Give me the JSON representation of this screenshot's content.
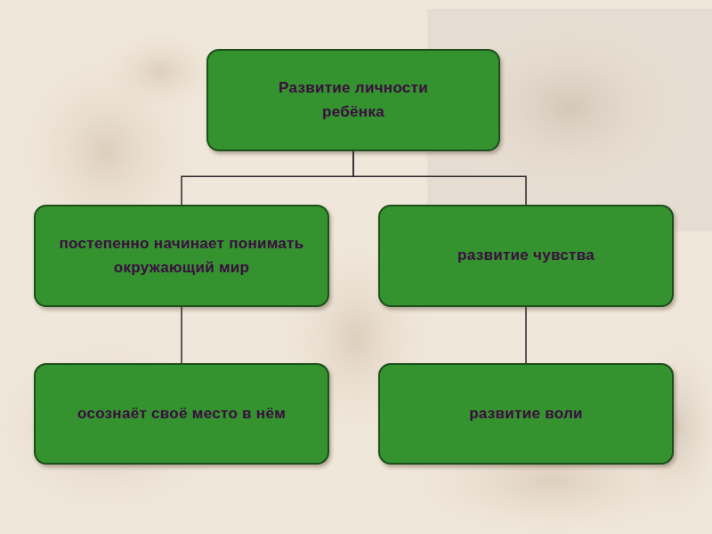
{
  "diagram": {
    "nodes": [
      {
        "text": [
          "Развитие личности ребёнка"
        ]
      },
      {
        "text": [
          "постепенно начинает понимать окружающий мир"
        ]
      },
      {
        "text": [
          "развитие чувства"
        ]
      },
      {
        "text": [
          "осознаёт своё место в нём"
        ]
      },
      {
        "text": [
          "развитие воли"
        ]
      }
    ],
    "edges": [
      {
        "from": 0,
        "to": 1,
        "arrow": "none"
      },
      {
        "from": 0,
        "to": 2,
        "arrow": "none"
      },
      {
        "from": 1,
        "to": 3,
        "arrow": "none"
      },
      {
        "from": 2,
        "to": 4,
        "arrow": "none"
      }
    ]
  }
}
